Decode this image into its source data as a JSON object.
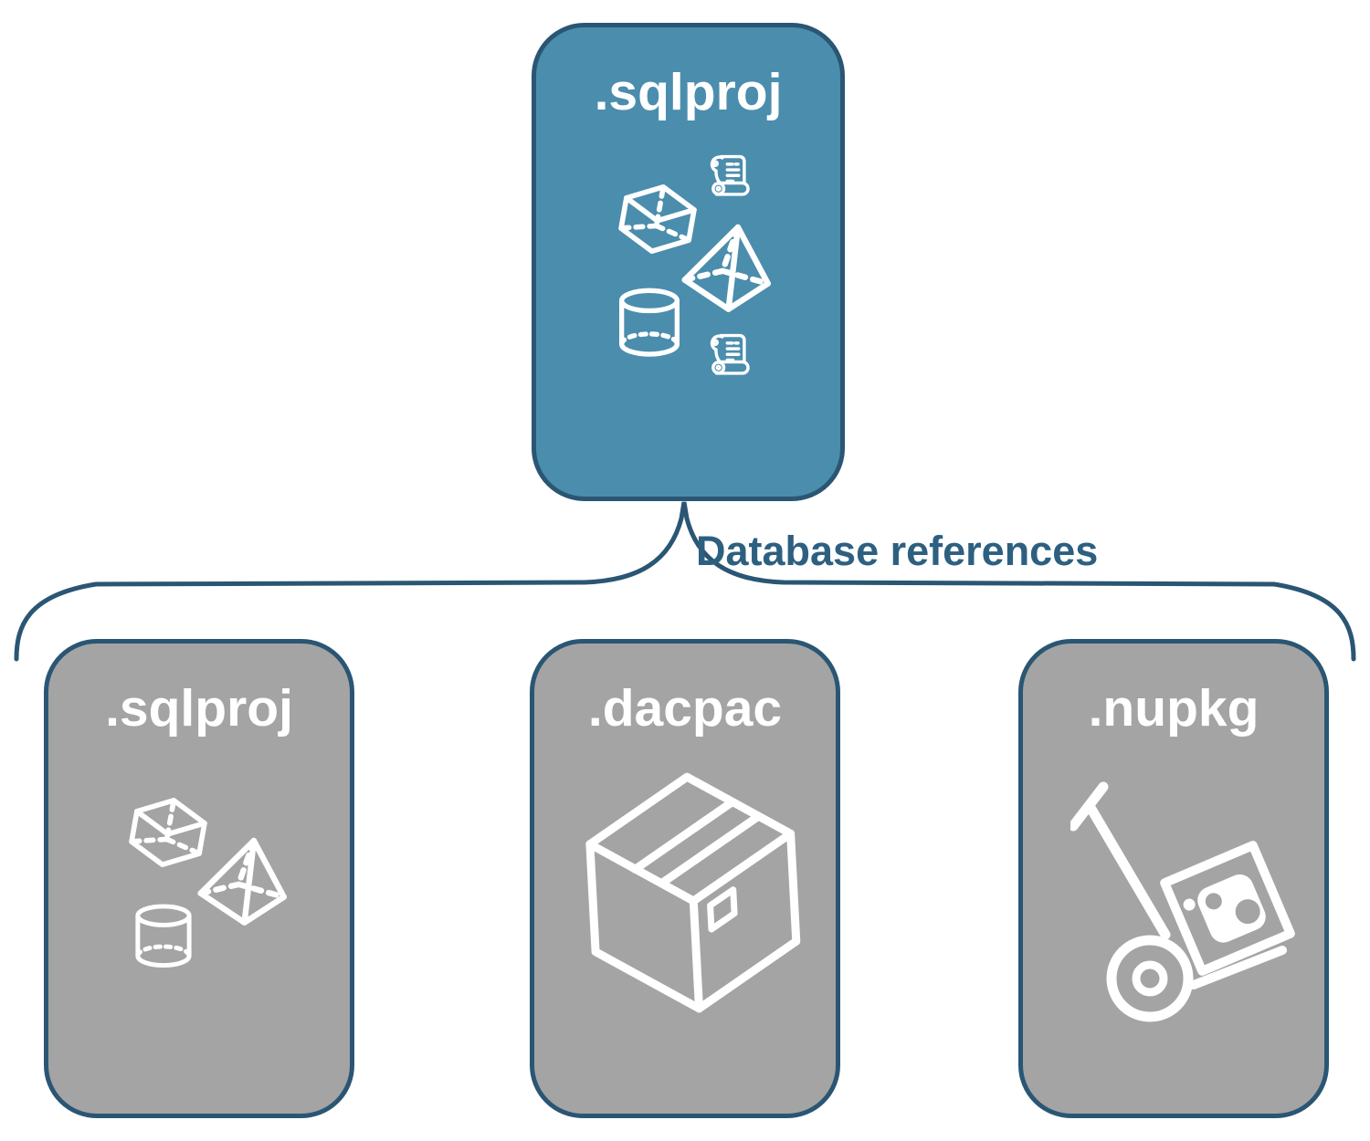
{
  "diagram": {
    "background": "#ffffff",
    "root_node": {
      "label": ".sqlproj",
      "fill": "#4b8dad",
      "border": "#2a5674",
      "icons": [
        "cube-icon",
        "scroll-icon",
        "pyramid-icon",
        "cylinder-icon",
        "scroll-icon"
      ]
    },
    "connector": {
      "label": "Database references",
      "text_color": "#2d6080",
      "line_color": "#2a5674"
    },
    "child_nodes": [
      {
        "label": ".sqlproj",
        "fill": "#a4a4a4",
        "border": "#2a5674",
        "icons": [
          "cube-icon",
          "pyramid-icon",
          "cylinder-icon"
        ]
      },
      {
        "label": ".dacpac",
        "fill": "#a4a4a4",
        "border": "#2a5674",
        "icons": [
          "package-box-icon"
        ]
      },
      {
        "label": ".nupkg",
        "fill": "#a4a4a4",
        "border": "#2a5674",
        "icons": [
          "nuget-hand-truck-icon"
        ]
      }
    ],
    "icon_color": "#ffffff",
    "label_color": "#ffffff"
  }
}
